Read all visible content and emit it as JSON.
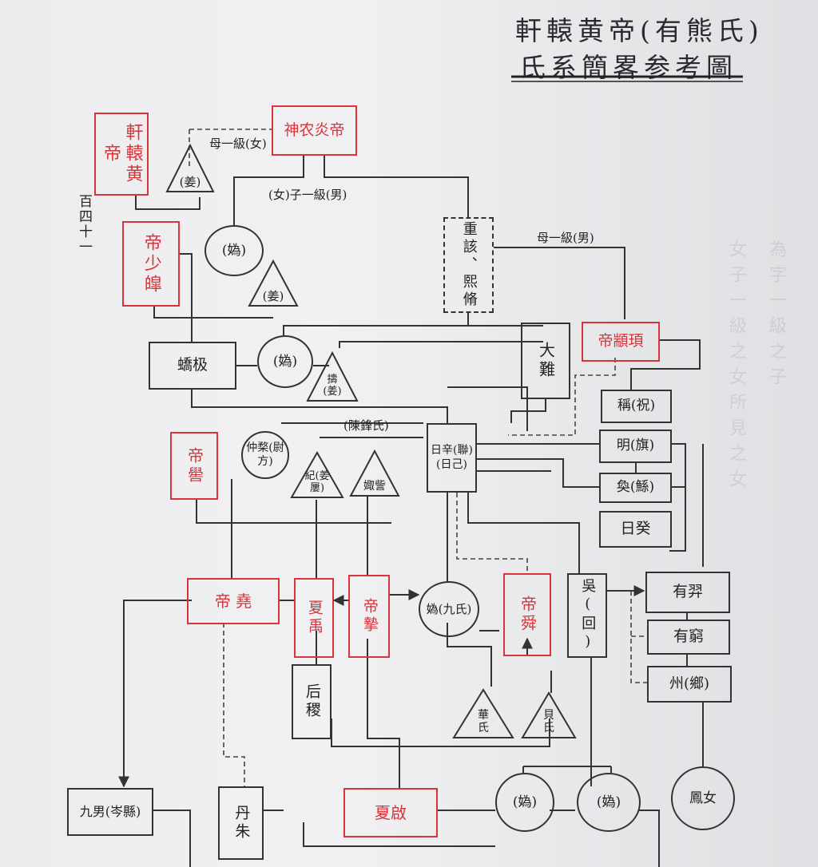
{
  "title": {
    "line1": "軒轅黄帝(有熊氏)",
    "line2": "氏系簡畧参考圖"
  },
  "page_number": "百四十一",
  "labels": {
    "mother_line_f": "母一級(女)",
    "child_line": "(女)子一級(男)",
    "mother_line_m": "母一級(男)",
    "chen_feng": "(陳鋒氏)"
  },
  "nodes": {
    "xuanyuan": "軒轅黄帝",
    "shennong": "神农炎帝",
    "jiang_top": "(姜)",
    "shaohao": "帝少皡",
    "gui_1": "(媯)",
    "jiang_2": "(姜)",
    "chongli": "重該、熙脩",
    "jiaoji": "蟜极",
    "gui_2": "(媯)",
    "jiang_3": "擣(姜)",
    "dali": "大難",
    "zhuanxu": "帝顓頊",
    "cheng": "稱(祝)",
    "ming": "明(旗)",
    "yi": "奐(鯀)",
    "rigui": "日癸",
    "ku": "帝嚳",
    "zhongqi": "仲楘(尉方)",
    "jianglu": "紀(姜屢)",
    "zizhu": "娵訾",
    "rixin": "日辛(聯)(日己)",
    "yao": "帝  堯",
    "xia_yu": "夏禹",
    "di_zhi": "帝摯",
    "gui_9": "媯(九氏)",
    "shun": "帝舜",
    "wu_hui": "吳(回)",
    "you_yi": "有羿",
    "you_qiong": "有窮",
    "zhou_xiang": "州(鄉)",
    "houji": "后稷",
    "hua_shi": "華氏",
    "bei_shi": "貝氏",
    "jiunan": "九男(岑縣)",
    "danzhu": "丹朱",
    "xia_qi": "夏啟",
    "gui_a": "(媯)",
    "gui_b": "(媯)",
    "ehuang": "鳳女"
  },
  "colors": {
    "red": "#d8343a",
    "ink": "#333333",
    "paper": "#efeff1"
  }
}
